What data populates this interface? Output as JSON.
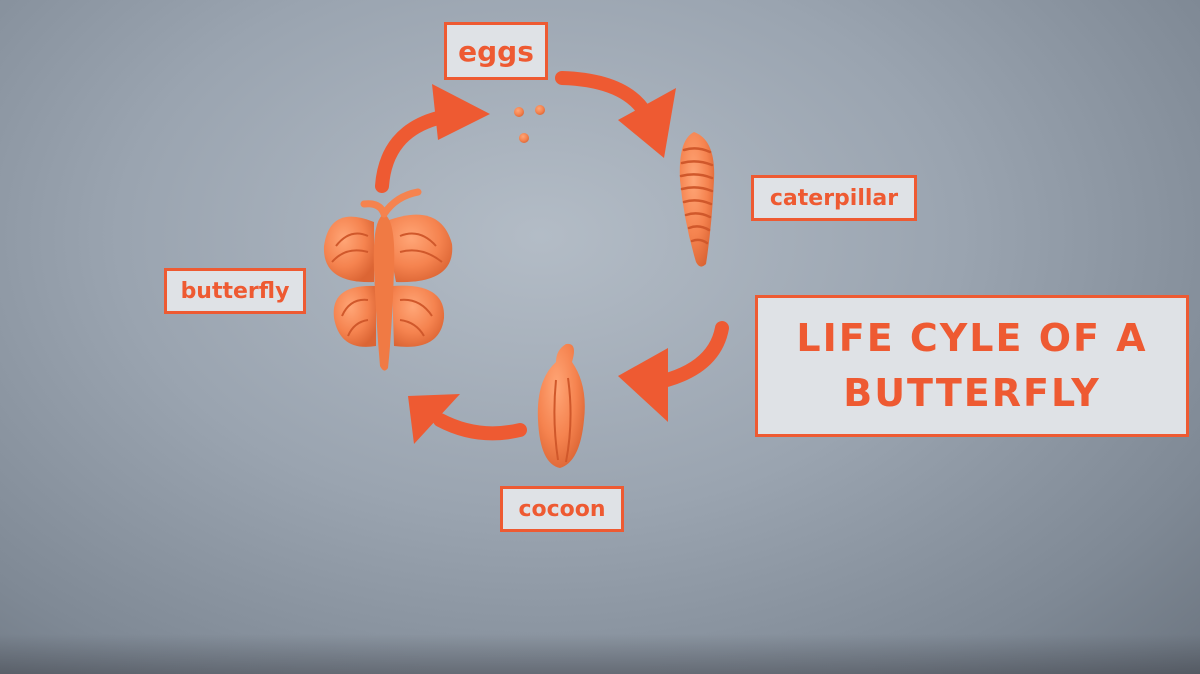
{
  "title": {
    "line1": "LIFE CYLE OF A",
    "line2": "BUTTERFLY"
  },
  "stages": {
    "eggs": "eggs",
    "caterpillar": "caterpillar",
    "cocoon": "cocoon",
    "butterfly": "butterfly"
  },
  "colors": {
    "accent": "#ee5a32",
    "clay": "#f5834f",
    "label_bg": "#dfe2e6",
    "background": "#9aa4b0"
  },
  "icons": [
    "cycle-arrow",
    "clay-eggs",
    "clay-caterpillar",
    "clay-cocoon",
    "clay-butterfly"
  ]
}
